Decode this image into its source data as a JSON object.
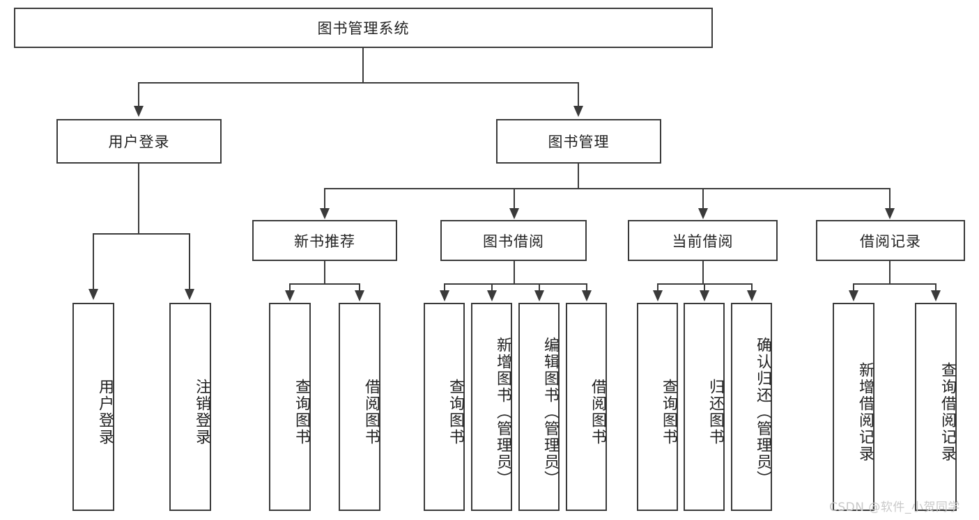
{
  "diagram": {
    "title_node": {
      "label": "图书管理系统"
    },
    "level2": [
      {
        "label": "用户登录"
      },
      {
        "label": "图书管理"
      }
    ],
    "level3": [
      {
        "label": "新书推荐"
      },
      {
        "label": "图书借阅"
      },
      {
        "label": "当前借阅"
      },
      {
        "label": "借阅记录"
      }
    ],
    "leaves": {
      "user_login": [
        {
          "label": "用户登录"
        },
        {
          "label": "注销登录"
        }
      ],
      "new_book": [
        {
          "label": "查询图书"
        },
        {
          "label": "借阅图书"
        }
      ],
      "book_borrow": [
        {
          "label": "查询图书"
        },
        {
          "label": "新增图书（管理员）"
        },
        {
          "label": "编辑图书（管理员）"
        },
        {
          "label": "借阅图书"
        }
      ],
      "current_borrow": [
        {
          "label": "查询图书"
        },
        {
          "label": "归还图书"
        },
        {
          "label": "确认归还（管理员）"
        }
      ],
      "borrow_record": [
        {
          "label": "新增借阅记录"
        },
        {
          "label": "查询借阅记录"
        }
      ]
    }
  },
  "watermark": {
    "text": "CSDN @软件_小贺同学"
  },
  "colors": {
    "stroke": "#3a3a3a",
    "background": "#ffffff",
    "text": "#222222",
    "watermark": "#c9c9c9"
  }
}
